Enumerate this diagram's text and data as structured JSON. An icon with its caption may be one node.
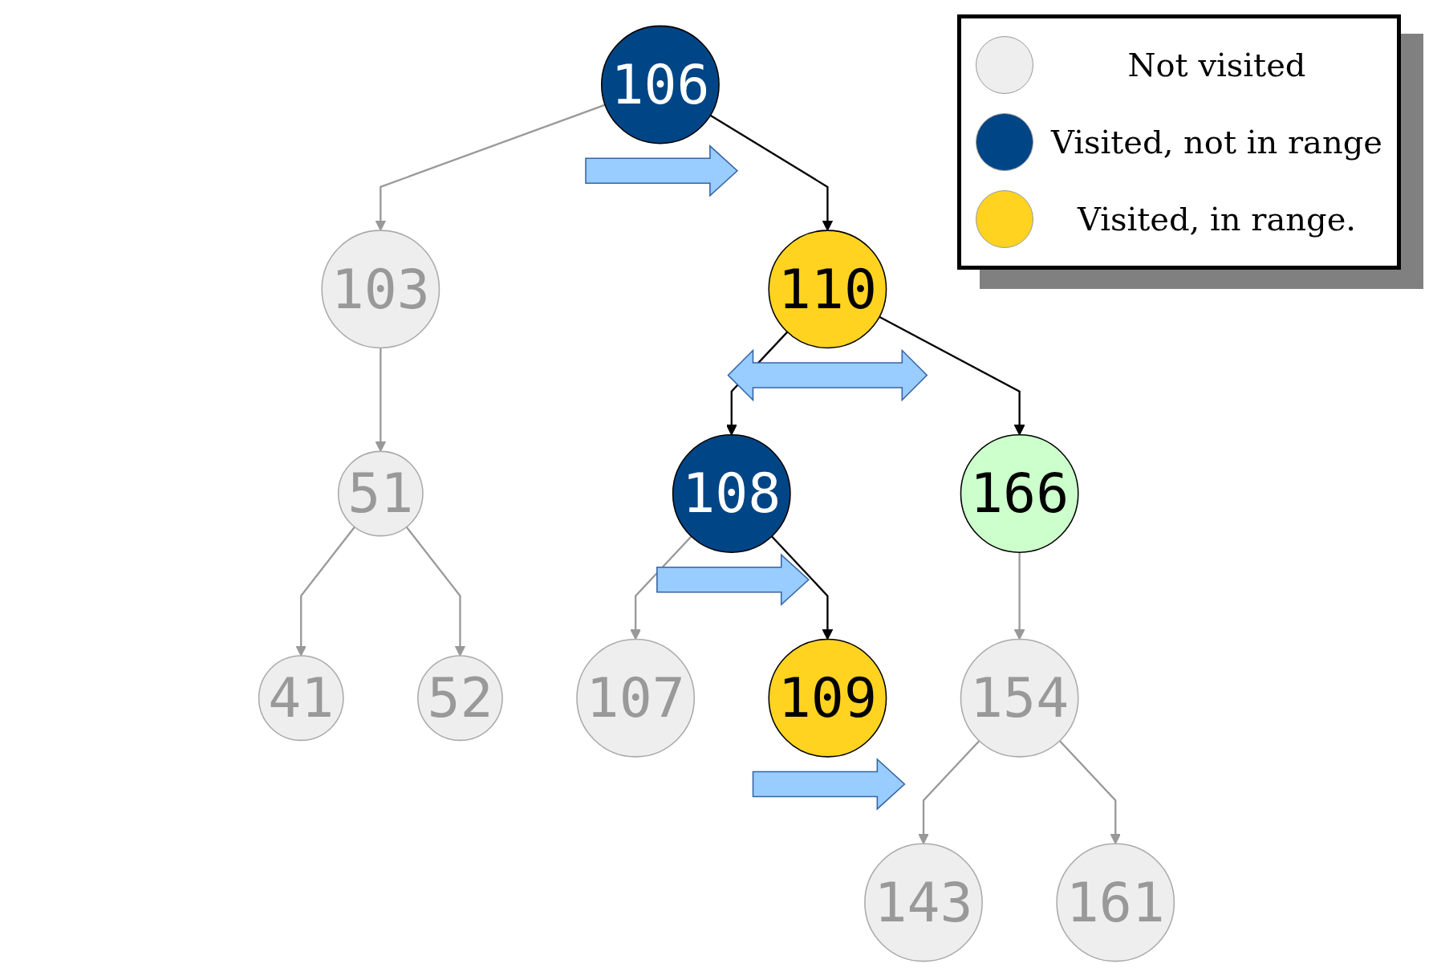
{
  "diagram": {
    "nodes": [
      {
        "text": [
          "106"
        ]
      },
      {
        "text": [
          "103"
        ]
      },
      {
        "text": [
          "110"
        ]
      },
      {
        "text": [
          "51"
        ]
      },
      {
        "text": [
          "108"
        ]
      },
      {
        "text": [
          "166"
        ]
      },
      {
        "text": [
          "41"
        ]
      },
      {
        "text": [
          "52"
        ]
      },
      {
        "text": [
          "107"
        ]
      },
      {
        "text": [
          "109"
        ]
      },
      {
        "text": [
          "154"
        ]
      },
      {
        "text": [
          "143"
        ]
      },
      {
        "text": [
          "161"
        ]
      }
    ],
    "edges": [
      {
        "from": 0,
        "to": 1,
        "arrow": "to"
      },
      {
        "from": 0,
        "to": 2,
        "arrow": "to",
        "color": "#000000"
      },
      {
        "from": 1,
        "to": 3,
        "arrow": "to"
      },
      {
        "from": 2,
        "to": 4,
        "arrow": "to",
        "color": "#000000"
      },
      {
        "from": 2,
        "to": 5,
        "arrow": "to",
        "color": "#000000"
      },
      {
        "from": 3,
        "to": 6,
        "arrow": "to"
      },
      {
        "from": 3,
        "to": 7,
        "arrow": "to"
      },
      {
        "from": 4,
        "to": 8,
        "arrow": "to"
      },
      {
        "from": 4,
        "to": 9,
        "arrow": "to",
        "color": "#000000"
      },
      {
        "from": 5,
        "to": 10,
        "arrow": "to"
      },
      {
        "from": 10,
        "to": 11,
        "arrow": "to"
      },
      {
        "from": 10,
        "to": 12,
        "arrow": "to"
      }
    ],
    "legend": [
      {
        "text": "Not visited",
        "color": "#eeeeee"
      },
      {
        "text": "Visited, not in range",
        "color": "#004586"
      },
      {
        "text": "Visited, in range.",
        "color": "#ffd320"
      }
    ]
  }
}
